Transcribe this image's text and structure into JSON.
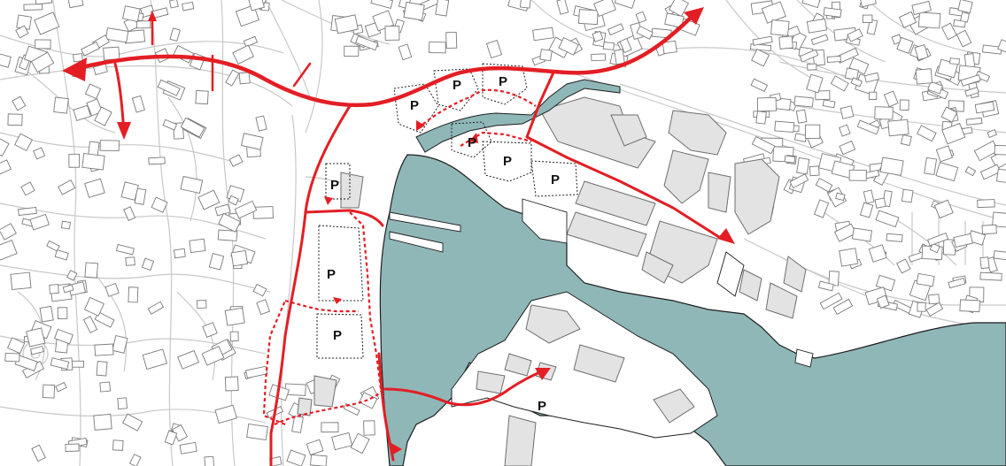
{
  "map": {
    "colors": {
      "water": "#8fb7b8",
      "land": "#ffffff",
      "building_fill": "#e3e3e3",
      "building_outline": "#6e6e6e",
      "street_line": "#c8c8c8",
      "route": "#e31e24",
      "quay": "#1e1e1e",
      "parking_outline": "#1e1e1e"
    },
    "parking": {
      "label": "P",
      "lots": [
        "P",
        "P",
        "P",
        "P",
        "P",
        "P",
        "P",
        "P",
        "P",
        "P"
      ]
    }
  }
}
